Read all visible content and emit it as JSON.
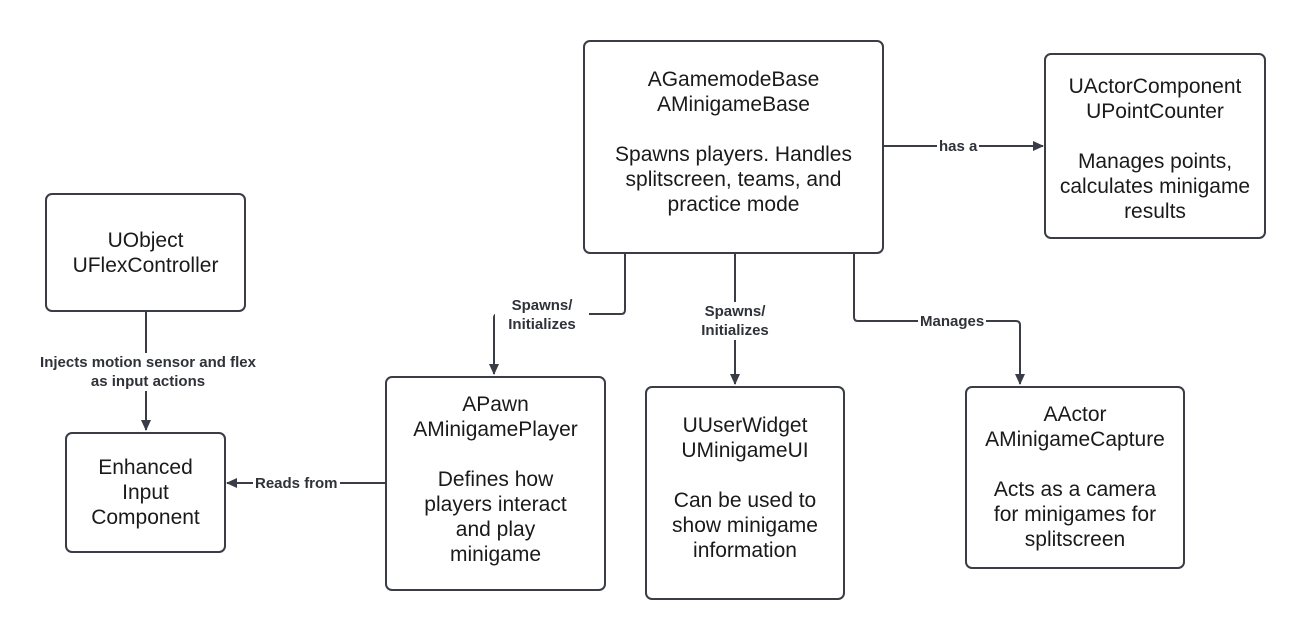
{
  "nodes": {
    "gamemode": {
      "line1": "AGamemodeBase",
      "line2": "AMinigameBase",
      "desc": "Spawns players. Handles splitscreen, teams, and practice mode"
    },
    "pointcounter": {
      "line1": "UActorComponent",
      "line2": "UPointCounter",
      "desc": "Manages points, calculates minigame results"
    },
    "flexcontroller": {
      "line1": "UObject",
      "line2": "UFlexController"
    },
    "input": {
      "text": "Enhanced Input Component"
    },
    "player": {
      "line1": "APawn",
      "line2": "AMinigamePlayer",
      "desc": "Defines how players interact and play minigame"
    },
    "widget": {
      "line1": "UUserWidget",
      "line2": "UMinigameUI",
      "desc": "Can be used to show minigame information"
    },
    "capture": {
      "line1": "AActor",
      "line2": "AMinigameCapture",
      "desc": "Acts as a camera for minigames for splitscreen"
    }
  },
  "edges": {
    "has_a": "has a",
    "spawns_player": "Spawns/ Initializes",
    "spawns_widget": "Spawns/ Initializes",
    "manages": "Manages",
    "injects": "Injects motion sensor and flex as input actions",
    "reads_from": "Reads from"
  }
}
